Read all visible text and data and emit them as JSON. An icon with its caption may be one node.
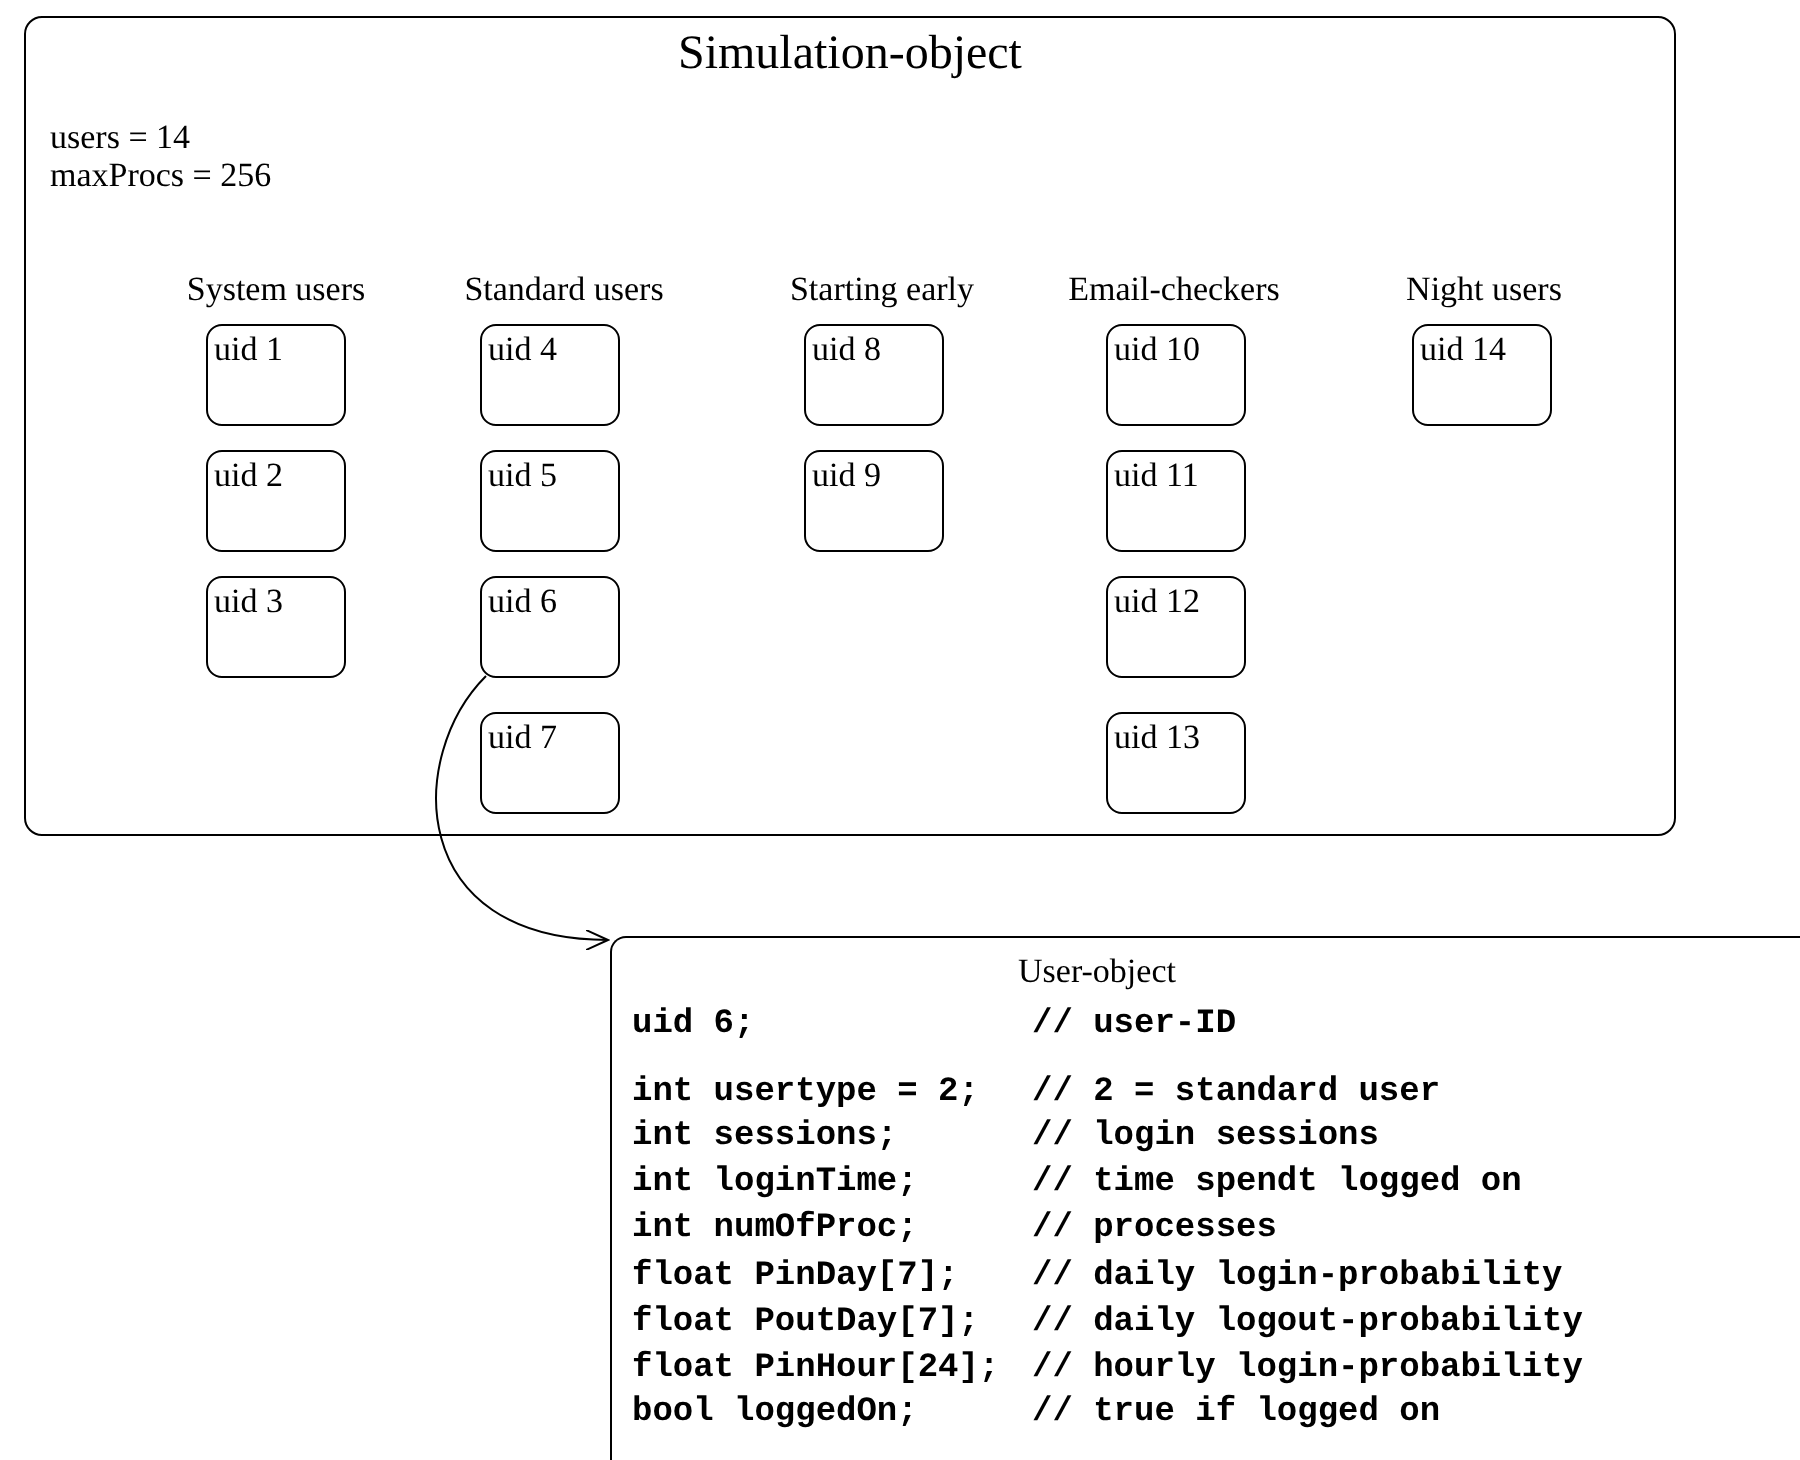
{
  "diagram": {
    "nodes": [
      {
        "text": [
          "Simulation-object",
          "users = 14",
          "maxProcs = 256"
        ]
      },
      {
        "text": [
          "uid 1"
        ],
        "in": 0
      },
      {
        "text": [
          "uid 2"
        ],
        "in": 0
      },
      {
        "text": [
          "uid 3"
        ],
        "in": 0
      },
      {
        "text": [
          "uid 4"
        ],
        "in": 0
      },
      {
        "text": [
          "uid 5"
        ],
        "in": 0
      },
      {
        "text": [
          "uid 6"
        ],
        "in": 0
      },
      {
        "text": [
          "uid 7"
        ],
        "in": 0
      },
      {
        "text": [
          "uid 8"
        ],
        "in": 0
      },
      {
        "text": [
          "uid 9"
        ],
        "in": 0
      },
      {
        "text": [
          "uid 10"
        ],
        "in": 0
      },
      {
        "text": [
          "uid 11"
        ],
        "in": 0
      },
      {
        "text": [
          "uid 12"
        ],
        "in": 0
      },
      {
        "text": [
          "uid 13"
        ],
        "in": 0
      },
      {
        "text": [
          "uid 14"
        ],
        "in": 0
      },
      {
        "text": [
          "User-object",
          "uid 6;",
          "// user-ID",
          "int usertype = 2;",
          "// 2 = standard user",
          "int sessions;",
          "// login sessions",
          "int loginTime;",
          "// time spendt logged on",
          "int numOfProc;",
          "// processes",
          "float PinDay[7];",
          "// daily login-probability",
          "float PoutDay[7];",
          "// daily logout-probability",
          "float PinHour[24];",
          "// hourly login-probability",
          "bool loggedOn;",
          "// true if logged on"
        ]
      }
    ],
    "edges": [
      {
        "from": 6,
        "to": 15,
        "arrow": "to"
      }
    ],
    "labels": [
      "System users",
      "Standard users",
      "Starting early",
      "Email-checkers",
      "Night users"
    ]
  }
}
